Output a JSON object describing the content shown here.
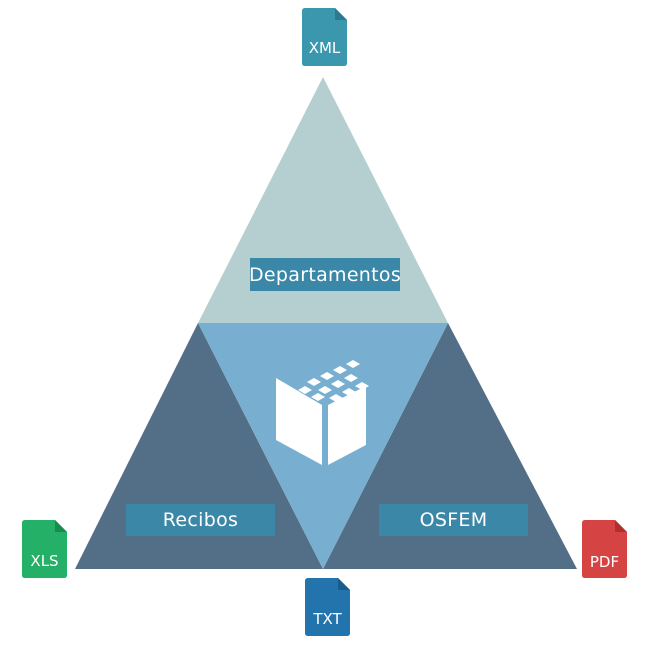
{
  "labels": {
    "top": "Departamentos",
    "left": "Recibos",
    "right": "OSFEM"
  },
  "files": {
    "top": "XML",
    "left": "XLS",
    "bottom": "TXT",
    "right": "PDF"
  },
  "colors": {
    "top_triangle": "#b5cfd0",
    "side_triangles": "#536f87",
    "center_triangle": "#78afd0",
    "label_bg": "#3b87a7",
    "xml_icon": "#3b97ae",
    "xls_icon": "#24b067",
    "txt_icon": "#2373ac",
    "pdf_icon": "#d64343"
  },
  "icons": {
    "center": "cube-logo-icon"
  }
}
